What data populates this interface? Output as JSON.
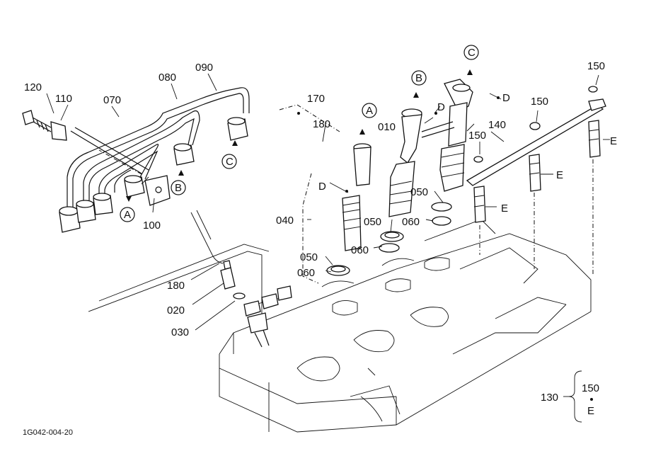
{
  "figure_code": "1G042-004-20",
  "callouts": {
    "c010": "010",
    "c020": "020",
    "c030": "030",
    "c040": "040",
    "c050a": "050",
    "c050b": "050",
    "c050c": "050",
    "c060a": "060",
    "c060b": "060",
    "c060c": "060",
    "c070": "070",
    "c080": "080",
    "c090": "090",
    "c100": "100",
    "c110": "110",
    "c120": "120",
    "c130": "130",
    "c140": "140",
    "c150a": "150",
    "c150b": "150",
    "c150c": "150",
    "c150d": "150",
    "c170": "170",
    "c180a": "180",
    "c180b": "180"
  },
  "letters": {
    "A1": "A",
    "A2": "A",
    "B1": "B",
    "B2": "B",
    "C1": "C",
    "C2": "C",
    "D1": "D",
    "D2": "D",
    "D3": "D",
    "E1": "E",
    "E2": "E",
    "E3": "E",
    "E4": "E"
  }
}
